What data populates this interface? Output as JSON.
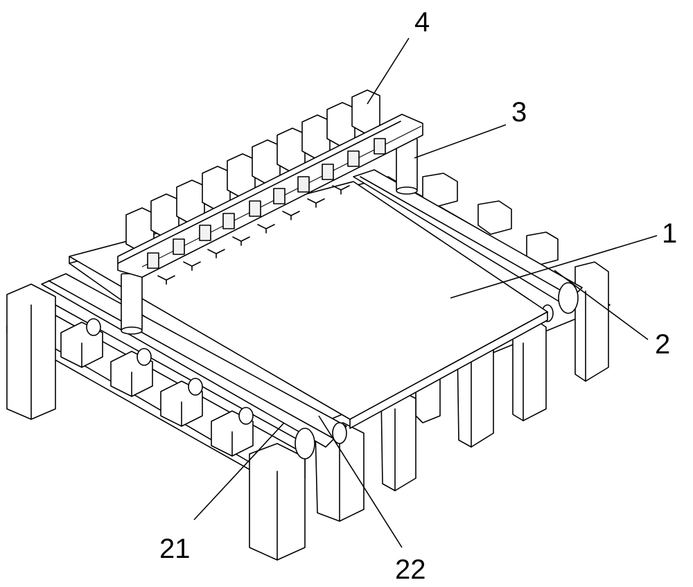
{
  "callouts": [
    {
      "id": "4",
      "label": "4"
    },
    {
      "id": "3",
      "label": "3"
    },
    {
      "id": "1",
      "label": "1"
    },
    {
      "id": "2",
      "label": "2"
    },
    {
      "id": "21",
      "label": "21"
    },
    {
      "id": "22",
      "label": "22"
    }
  ]
}
